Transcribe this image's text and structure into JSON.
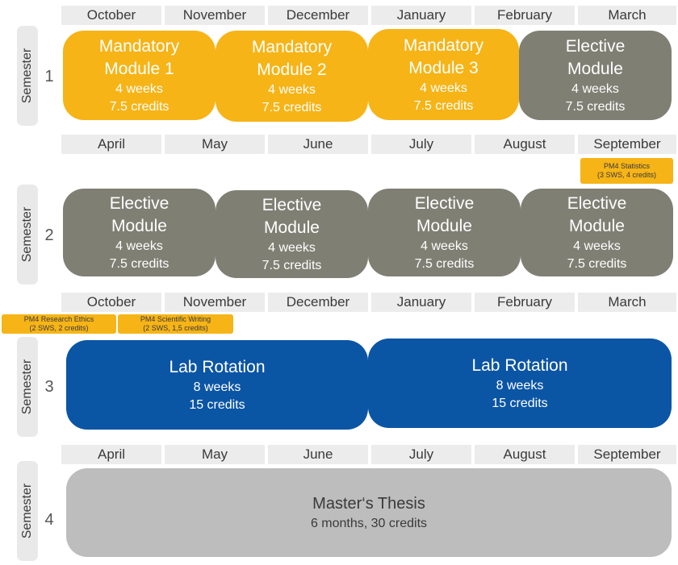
{
  "months_oct_mar": [
    "October",
    "November",
    "December",
    "January",
    "February",
    "March"
  ],
  "months_apr_sep": [
    "April",
    "May",
    "June",
    "July",
    "August",
    "September"
  ],
  "semester_label": "Semester",
  "semesters": [
    {
      "number": "1",
      "modules": [
        {
          "title1": "Mandatory",
          "title2": "Module 1",
          "line1": "4 weeks",
          "line2": "7.5 credits"
        },
        {
          "title1": "Mandatory",
          "title2": "Module 2",
          "line1": "4 weeks",
          "line2": "7.5 credits"
        },
        {
          "title1": "Mandatory",
          "title2": "Module 3",
          "line1": "4 weeks",
          "line2": "7.5 credits"
        },
        {
          "title1": "Elective",
          "title2": "Module",
          "line1": "4 weeks",
          "line2": "7.5 credits"
        }
      ]
    },
    {
      "number": "2",
      "modules": [
        {
          "title1": "Elective",
          "title2": "Module",
          "line1": "4 weeks",
          "line2": "7.5 credits"
        },
        {
          "title1": "Elective",
          "title2": "Module",
          "line1": "4 weeks",
          "line2": "7.5 credits"
        },
        {
          "title1": "Elective",
          "title2": "Module",
          "line1": "4 weeks",
          "line2": "7.5 credits"
        },
        {
          "title1": "Elective",
          "title2": "Module",
          "line1": "4 weeks",
          "line2": "7.5 credits"
        }
      ]
    },
    {
      "number": "3",
      "modules": [
        {
          "title1": "Lab Rotation",
          "line1": "8 weeks",
          "line2": "15 credits"
        },
        {
          "title1": "Lab Rotation",
          "line1": "8 weeks",
          "line2": "15 credits"
        }
      ]
    },
    {
      "number": "4",
      "modules": [
        {
          "title1": "Master‘s Thesis",
          "line1": "6 months, 30 credits"
        }
      ]
    }
  ],
  "tags": {
    "statistics": {
      "line1": "PM4 Statistics",
      "line2": "(3 SWS, 4 credits)"
    },
    "ethics": {
      "line1": "PM4 Research Ethics",
      "line2": "(2 SWS, 2 credits)"
    },
    "writing": {
      "line1": "PM4 Scientific Writing",
      "line2": "(2 SWS, 1,5 credits)"
    }
  },
  "colors": {
    "mandatory": "#f6b417",
    "elective": "#7f7f74",
    "lab_rotation": "#0b55a5",
    "thesis": "#bdbdbd",
    "month_bar": "#ececec"
  }
}
